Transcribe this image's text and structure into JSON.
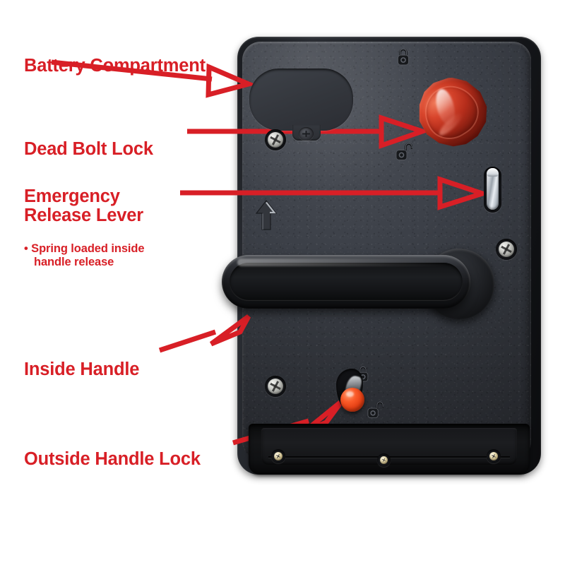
{
  "image": {
    "subject": "RV entry door lock — interior side",
    "background_color": "#ffffff",
    "annotation_color": "#d81f26"
  },
  "callouts": [
    {
      "id": "battery-compartment",
      "label": "Battery Compartment",
      "sub": "",
      "sub_line2": "",
      "arrow_style": "hollow-triangle"
    },
    {
      "id": "dead-bolt-lock",
      "label": "Dead Bolt Lock",
      "sub": "",
      "sub_line2": "",
      "arrow_style": "hollow-triangle"
    },
    {
      "id": "emergency-release-lever",
      "label": "Emergency\nRelease Lever",
      "sub": "• Spring loaded inside",
      "sub_line2": "handle release",
      "arrow_style": "hollow-triangle"
    },
    {
      "id": "inside-handle",
      "label": "Inside Handle",
      "sub": "",
      "sub_line2": "",
      "arrow_style": "hollow-triangle"
    },
    {
      "id": "outside-handle-lock",
      "label": "Outside Handle Lock",
      "sub": "",
      "sub_line2": "",
      "arrow_style": "hollow-triangle"
    }
  ],
  "lock_parts": {
    "faceplate": "textured dark gray faceplate",
    "battery_door": "battery compartment door",
    "deadbolt_knob": "red deadbolt thumb turn",
    "deadbolt_color": "#d8452c",
    "emergency_lever": "silver emergency release slider",
    "inside_handle": "black inside handle lever",
    "outside_handle_lock": "orange outside handle lock button",
    "outside_handle_lock_color": "#fa5a28",
    "bottom_cover": "bottom recessed cover plate",
    "icons": {
      "locked": "padlock-closed-icon",
      "unlocked": "padlock-open-icon",
      "direction": "up-arrow-icon"
    },
    "screws": {
      "silver_count": 3,
      "brass_count": 3
    }
  }
}
